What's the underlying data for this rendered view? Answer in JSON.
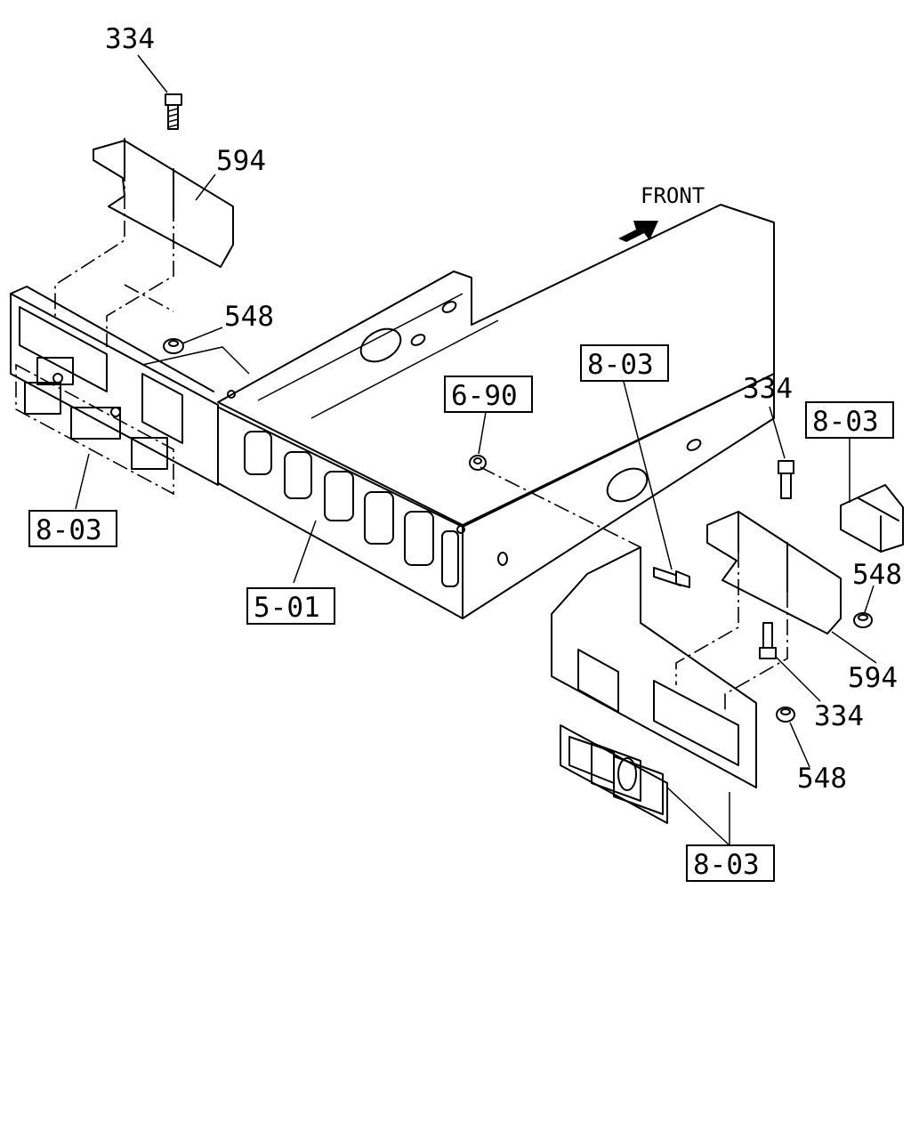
{
  "direction_label": "FRONT",
  "callouts": {
    "bolt_top_left": "334",
    "bracket_top_left": "594",
    "nut_top_left": "548",
    "lamp_left": "8-03",
    "frame": "5-01",
    "ref_690": "6-90",
    "ref_803_center": "8-03",
    "bolt_right_upper": "334",
    "lamp_right_side": "8-03",
    "nut_right_upper": "548",
    "bracket_right": "594",
    "bolt_right_lower": "334",
    "nut_right_lower": "548",
    "lamp_right_bottom": "8-03"
  }
}
